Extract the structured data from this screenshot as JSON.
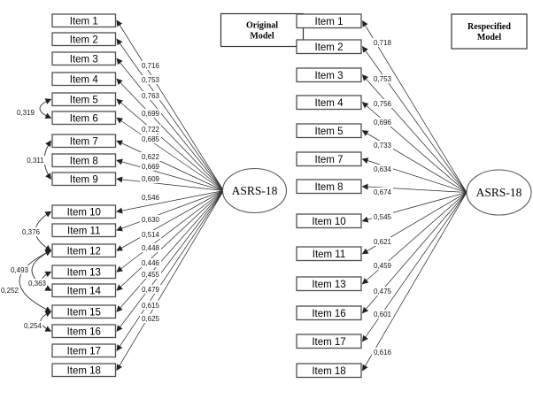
{
  "left_model": {
    "title": "Original Model",
    "title_lines": [
      "Original",
      "Model"
    ],
    "factor_label": "ASRS-18",
    "items": [
      {
        "label": "Item 1",
        "loading": "0,716"
      },
      {
        "label": "Item 2",
        "loading": "0,753"
      },
      {
        "label": "Item 3",
        "loading": "0,763"
      },
      {
        "label": "Item 4",
        "loading": "0,699"
      },
      {
        "label": "Item 5",
        "loading": "0,722"
      },
      {
        "label": "Item 6",
        "loading": "0,685"
      },
      {
        "label": "Item 7",
        "loading": "0,622"
      },
      {
        "label": "Item 8",
        "loading": "0,669"
      },
      {
        "label": "Item 9",
        "loading": "0,609"
      },
      {
        "label": "Item 10",
        "loading": "0,546"
      },
      {
        "label": "Item 11",
        "loading": "0,630"
      },
      {
        "label": "Item 12",
        "loading": "0,514"
      },
      {
        "label": "Item 13",
        "loading": "0,448"
      },
      {
        "label": "Item 14",
        "loading": "0,446"
      },
      {
        "label": "Item 15",
        "loading": "0,455"
      },
      {
        "label": "Item 16",
        "loading": "0,479"
      },
      {
        "label": "Item 17",
        "loading": "0,615"
      },
      {
        "label": "Item 18",
        "loading": "0,625"
      }
    ],
    "error_correlations": [
      {
        "value": "0,319",
        "between": [
          "Item 5",
          "Item 6"
        ]
      },
      {
        "value": "0,311",
        "between": [
          "Item 7",
          "Item 9"
        ]
      },
      {
        "value": "0,376",
        "between": [
          "Item 10",
          "Item 12"
        ]
      },
      {
        "value": "0,493",
        "between": [
          "Item 12",
          "Item 14"
        ]
      },
      {
        "value": "0,363",
        "between": [
          "Item 13",
          "Item 14"
        ]
      },
      {
        "value": "0,252",
        "between": [
          "Item 12",
          "Item 15"
        ]
      },
      {
        "value": "0,254",
        "between": [
          "Item 15",
          "Item 16"
        ]
      }
    ]
  },
  "right_model": {
    "title": "Respecified Model",
    "title_lines": [
      "Respecified",
      "Model"
    ],
    "factor_label": "ASRS-18",
    "items": [
      {
        "label": "Item 1",
        "loading": "0,718"
      },
      {
        "label": "Item 2",
        "loading": "0,753"
      },
      {
        "label": "Item 3",
        "loading": "0,756"
      },
      {
        "label": "Item 4",
        "loading": "0,696"
      },
      {
        "label": "Item 5",
        "loading": "0,733"
      },
      {
        "label": "Item 7",
        "loading": "0,634"
      },
      {
        "label": "Item 8",
        "loading": "0,674"
      },
      {
        "label": "Item 10",
        "loading": "0,545"
      },
      {
        "label": "Item 11",
        "loading": "0,621"
      },
      {
        "label": "Item 13",
        "loading": "0,459"
      },
      {
        "label": "Item 16",
        "loading": "0,475"
      },
      {
        "label": "Item 17",
        "loading": "0,601"
      },
      {
        "label": "Item 18",
        "loading": "0,616"
      }
    ]
  },
  "colors": {
    "background": "#ffffff",
    "line": "#2e2e2e",
    "box_border": "#4e4e4e",
    "text": "#000000"
  }
}
